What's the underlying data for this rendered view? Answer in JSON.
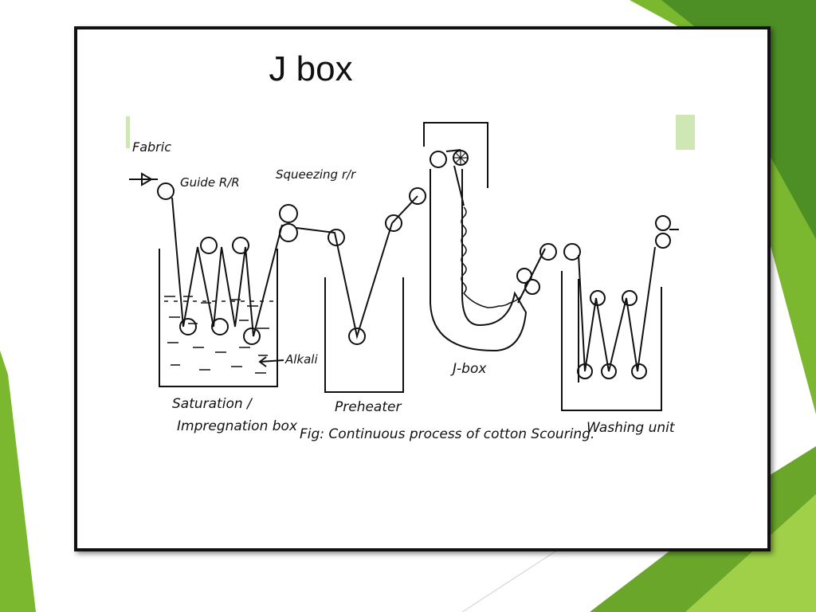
{
  "slide": {
    "title": "J box",
    "accent_color": "#7cb82f"
  },
  "diagram": {
    "labels": {
      "fabric": "Fabric",
      "guide_roller": "Guide R/R",
      "squeezing": "Squeezing r/r",
      "alkali": "Alkali",
      "saturation_line1": "Saturation /",
      "saturation_line2": "Impregnation box",
      "preheater": "Preheater",
      "jbox": "J-box",
      "washing": "Washing unit",
      "caption": "Fig: Continuous process of cotton Scouring."
    }
  }
}
